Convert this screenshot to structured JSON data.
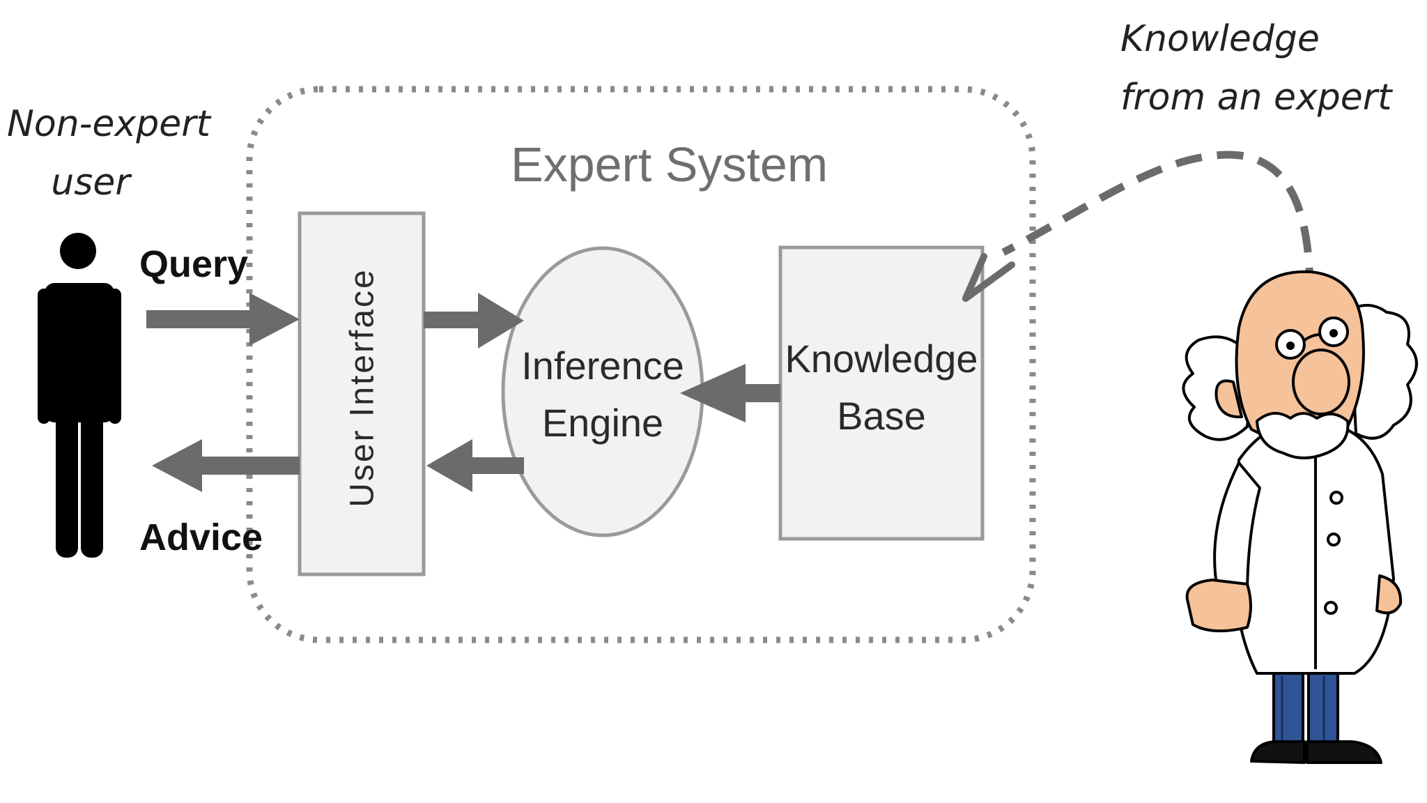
{
  "user": {
    "caption_line1": "Non-expert",
    "caption_line2": "user"
  },
  "expert": {
    "caption_line1": "Knowledge",
    "caption_line2": "from an expert"
  },
  "labels": {
    "query": "Query",
    "advice": "Advice"
  },
  "system": {
    "title": "Expert System",
    "user_interface": "User Interface",
    "inference_engine_line1": "Inference",
    "inference_engine_line2": "Engine",
    "knowledge_base_line1": "Knowledge",
    "knowledge_base_line2": "Base"
  },
  "colors": {
    "arrow": "#6b6b6b",
    "box_fill": "#f2f2f2",
    "box_stroke": "#9a9a9a",
    "boundary": "#8a8a8a",
    "skin": "#f6c29a",
    "jeans": "#2f5597"
  },
  "icons": [
    "person-silhouette-icon",
    "professor-cartoon-icon"
  ]
}
